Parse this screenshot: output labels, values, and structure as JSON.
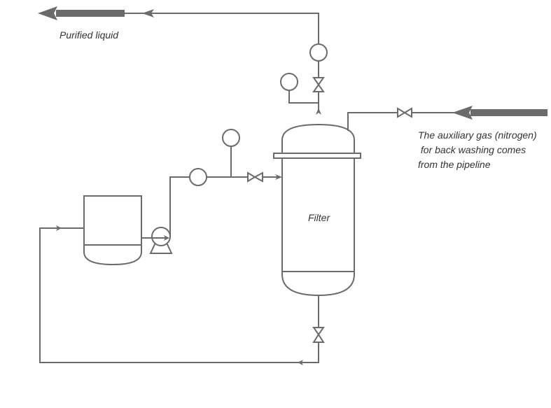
{
  "diagram": {
    "type": "process-flow",
    "colors": {
      "line": "#6b6b6b",
      "text": "#333333",
      "background": "#ffffff"
    },
    "labels": {
      "purified_liquid": "Purified liquid",
      "filter": "Filter",
      "aux_gas_line1": "The auxiliary gas (nitrogen)",
      "aux_gas_line2": " for back washing comes",
      "aux_gas_line3": "from the pipeline"
    },
    "components": [
      {
        "id": "tank",
        "kind": "storage-tank"
      },
      {
        "id": "pump",
        "kind": "centrifugal-pump"
      },
      {
        "id": "filter",
        "kind": "filter-vessel",
        "label": "Filter"
      },
      {
        "id": "gauge-1",
        "kind": "instrument-circle"
      },
      {
        "id": "gauge-2",
        "kind": "instrument-circle"
      },
      {
        "id": "gauge-3",
        "kind": "instrument-circle"
      },
      {
        "id": "gauge-4",
        "kind": "instrument-circle"
      },
      {
        "id": "valve-inlet",
        "kind": "gate-valve"
      },
      {
        "id": "valve-outlet",
        "kind": "gate-valve"
      },
      {
        "id": "valve-gas",
        "kind": "gate-valve"
      },
      {
        "id": "valve-drain",
        "kind": "gate-valve"
      }
    ],
    "flows": [
      {
        "from": "tank",
        "to": "pump"
      },
      {
        "from": "pump",
        "to": "filter",
        "via": [
          "gauge-1",
          "gauge-2",
          "valve-inlet"
        ]
      },
      {
        "from": "filter",
        "to": "purified-liquid-outlet",
        "via": [
          "gauge-3",
          "valve-outlet",
          "gauge-4"
        ]
      },
      {
        "from": "nitrogen-pipeline",
        "to": "filter",
        "via": [
          "valve-gas"
        ]
      },
      {
        "from": "filter",
        "to": "tank",
        "via": [
          "valve-drain"
        ]
      }
    ]
  }
}
